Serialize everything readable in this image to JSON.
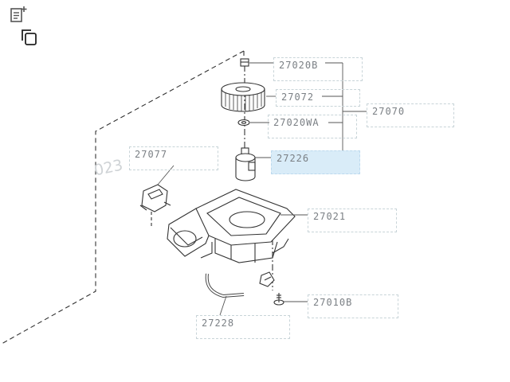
{
  "toolbar": {
    "icons": [
      "note-add-icon",
      "copy-icon"
    ]
  },
  "callouts": {
    "c27020b": "27020B",
    "c27072": "27072",
    "c27070": "27070",
    "c27020wa": "27020WA",
    "c27226": "27226",
    "c27077": "27077",
    "c27021": "27021",
    "c27010b": "27010B",
    "c27228": "27228"
  },
  "highlight": {
    "part": "27226",
    "color": "#d9ecf8"
  },
  "watermark": "023"
}
